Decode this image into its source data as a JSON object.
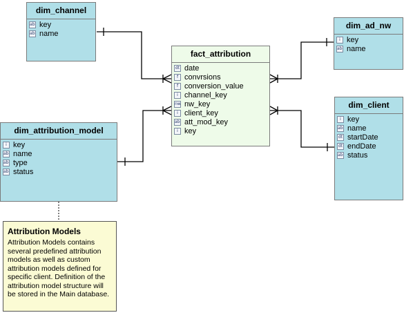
{
  "entities": {
    "dim_channel": {
      "title": "dim_channel",
      "fields": [
        {
          "icon": "abc-icon",
          "glyph": "abc",
          "name": "key"
        },
        {
          "icon": "abc-icon",
          "glyph": "abc",
          "name": "name"
        }
      ]
    },
    "dim_ad_nw": {
      "title": "dim_ad_nw",
      "fields": [
        {
          "icon": "integer-icon",
          "glyph": "i",
          "name": "key"
        },
        {
          "icon": "abc-icon",
          "glyph": "abc",
          "name": "name"
        }
      ]
    },
    "fact_attribution": {
      "title": "fact_attribution",
      "fields": [
        {
          "icon": "datetime-icon",
          "glyph": "dt",
          "name": "date"
        },
        {
          "icon": "float-icon",
          "glyph": "f",
          "name": "convrsions"
        },
        {
          "icon": "float-icon",
          "glyph": "f",
          "name": "conversion_value"
        },
        {
          "icon": "integer-icon",
          "glyph": "i",
          "name": "channel_key"
        },
        {
          "icon": "nw-icon",
          "glyph": "nw",
          "name": "nw_key"
        },
        {
          "icon": "integer-icon",
          "glyph": "i",
          "name": "client_key"
        },
        {
          "icon": "abc-icon",
          "glyph": "abc",
          "name": "att_mod_key"
        },
        {
          "icon": "integer-icon",
          "glyph": "i",
          "name": "key"
        }
      ]
    },
    "dim_client": {
      "title": "dim_client",
      "fields": [
        {
          "icon": "integer-icon",
          "glyph": "i",
          "name": "key"
        },
        {
          "icon": "abc-icon",
          "glyph": "abc",
          "name": "name"
        },
        {
          "icon": "datetime-icon",
          "glyph": "dt",
          "name": "startDate"
        },
        {
          "icon": "datetime-icon",
          "glyph": "dt",
          "name": "endDate"
        },
        {
          "icon": "abc-icon",
          "glyph": "abc",
          "name": "status"
        }
      ]
    },
    "dim_attribution_model": {
      "title": "dim_attribution_model",
      "fields": [
        {
          "icon": "integer-icon",
          "glyph": "i",
          "name": "key"
        },
        {
          "icon": "abc-icon",
          "glyph": "abc",
          "name": "name"
        },
        {
          "icon": "abc-icon",
          "glyph": "abc",
          "name": "type"
        },
        {
          "icon": "abc-icon",
          "glyph": "abc",
          "name": "status"
        }
      ]
    }
  },
  "note": {
    "title": "Attribution Models",
    "body": "Attribution Models contains several predefined attribution models as well as custom attribution models defined for specific client. Definition of the attribution model structure will be stored in the Main database."
  },
  "colors": {
    "dimension": "#b0dfe8",
    "fact": "#eefbe9",
    "note": "#fbfbd4",
    "line": "#000000"
  }
}
